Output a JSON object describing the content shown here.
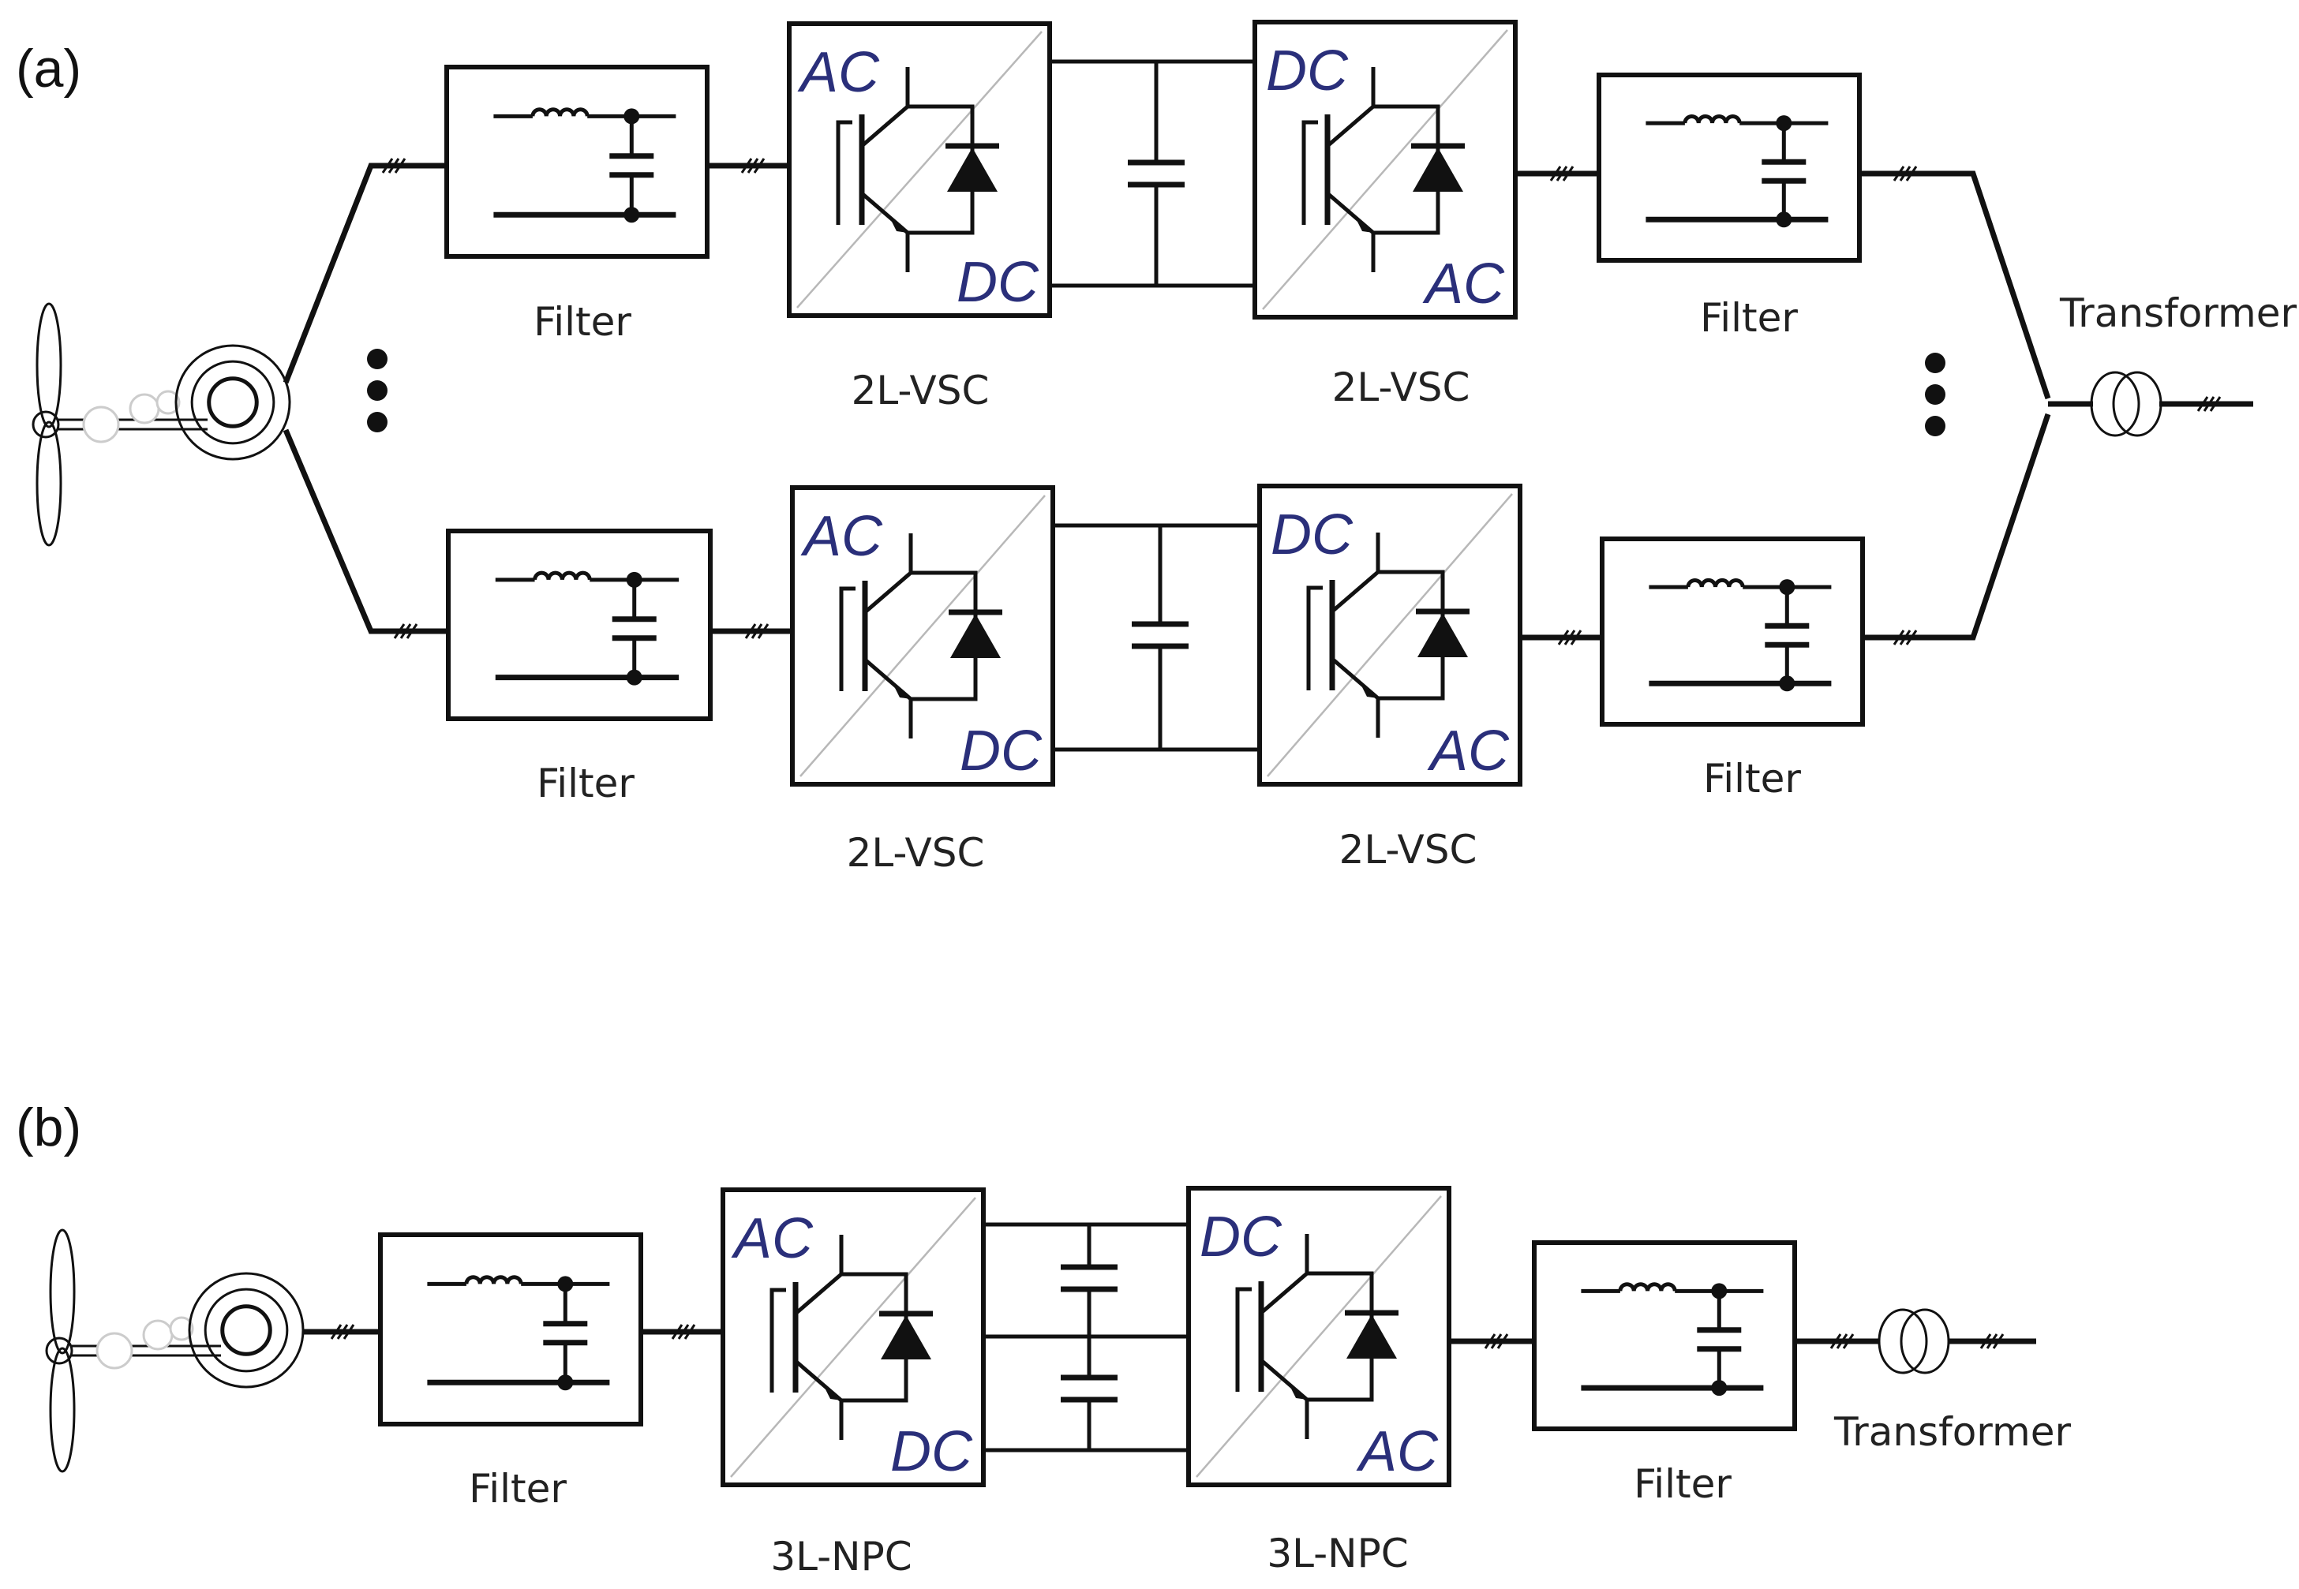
{
  "panels": {
    "a": {
      "label": "(a)",
      "filter_label": "Filter",
      "converter_label": "2L-VSC",
      "converter_in_top": "AC",
      "converter_in_bottom": "DC",
      "converter_out_top": "DC",
      "converter_out_bottom": "AC",
      "transformer_label": "Transformer"
    },
    "b": {
      "label": "(b)",
      "filter_label": "Filter",
      "converter_label": "3L-NPC",
      "converter_in_top": "AC",
      "converter_in_bottom": "DC",
      "converter_out_top": "DC",
      "converter_out_bottom": "AC",
      "transformer_label": "Transformer"
    }
  },
  "icons": {
    "turbine": "wind-turbine-icon",
    "generator": "generator-icon",
    "filter": "lc-filter-icon",
    "igbt": "igbt-diode-icon",
    "capacitor": "capacitor-icon",
    "transformer": "transformer-icon"
  }
}
